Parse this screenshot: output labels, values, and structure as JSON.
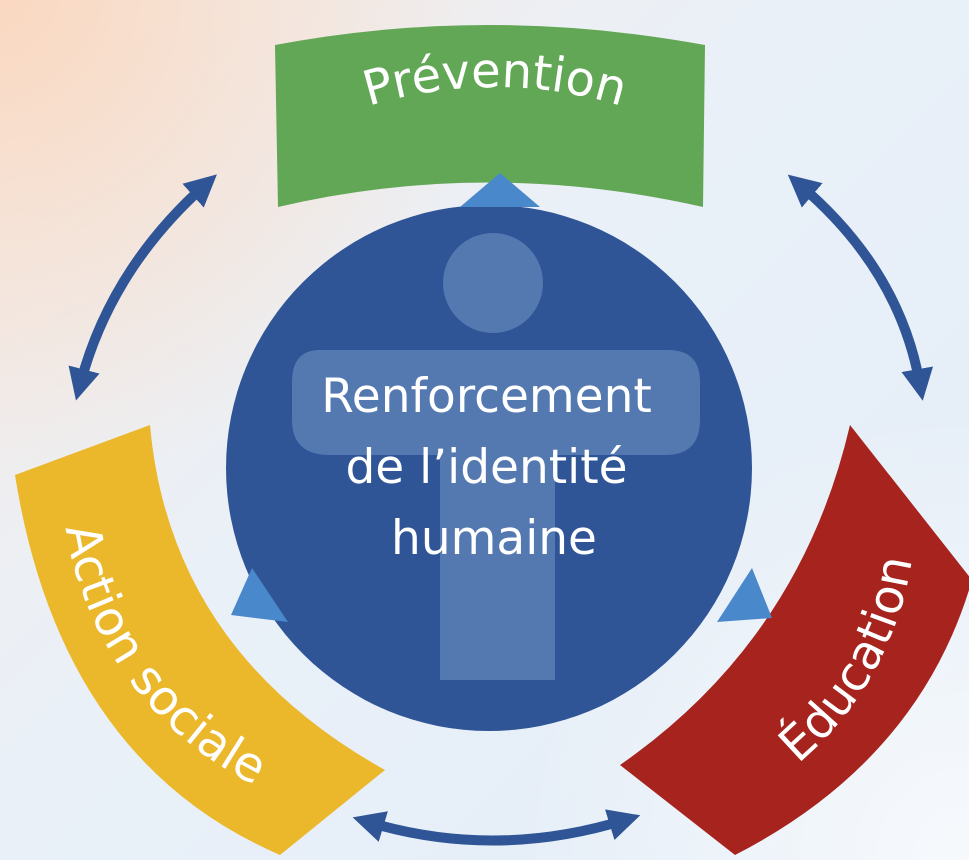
{
  "diagram": {
    "center": {
      "lines": [
        "Renforcement",
        "de l’identité",
        "humaine"
      ]
    },
    "segments": {
      "top": {
        "label": "Prévention",
        "color": "#62a755"
      },
      "right": {
        "label": "Éducation",
        "color": "#a6231e"
      },
      "left": {
        "label": "Action sociale",
        "color": "#ebb72b"
      }
    },
    "colors": {
      "center_circle": "#2f5596",
      "figure": "#5b7fb5",
      "arrow": "#2f5596",
      "pointer": "#4a88cc"
    },
    "icons": {
      "figure": "person-figure-icon",
      "arrows": "double-headed-arrow-icon",
      "pointers": "triangle-pointer-icon"
    }
  }
}
